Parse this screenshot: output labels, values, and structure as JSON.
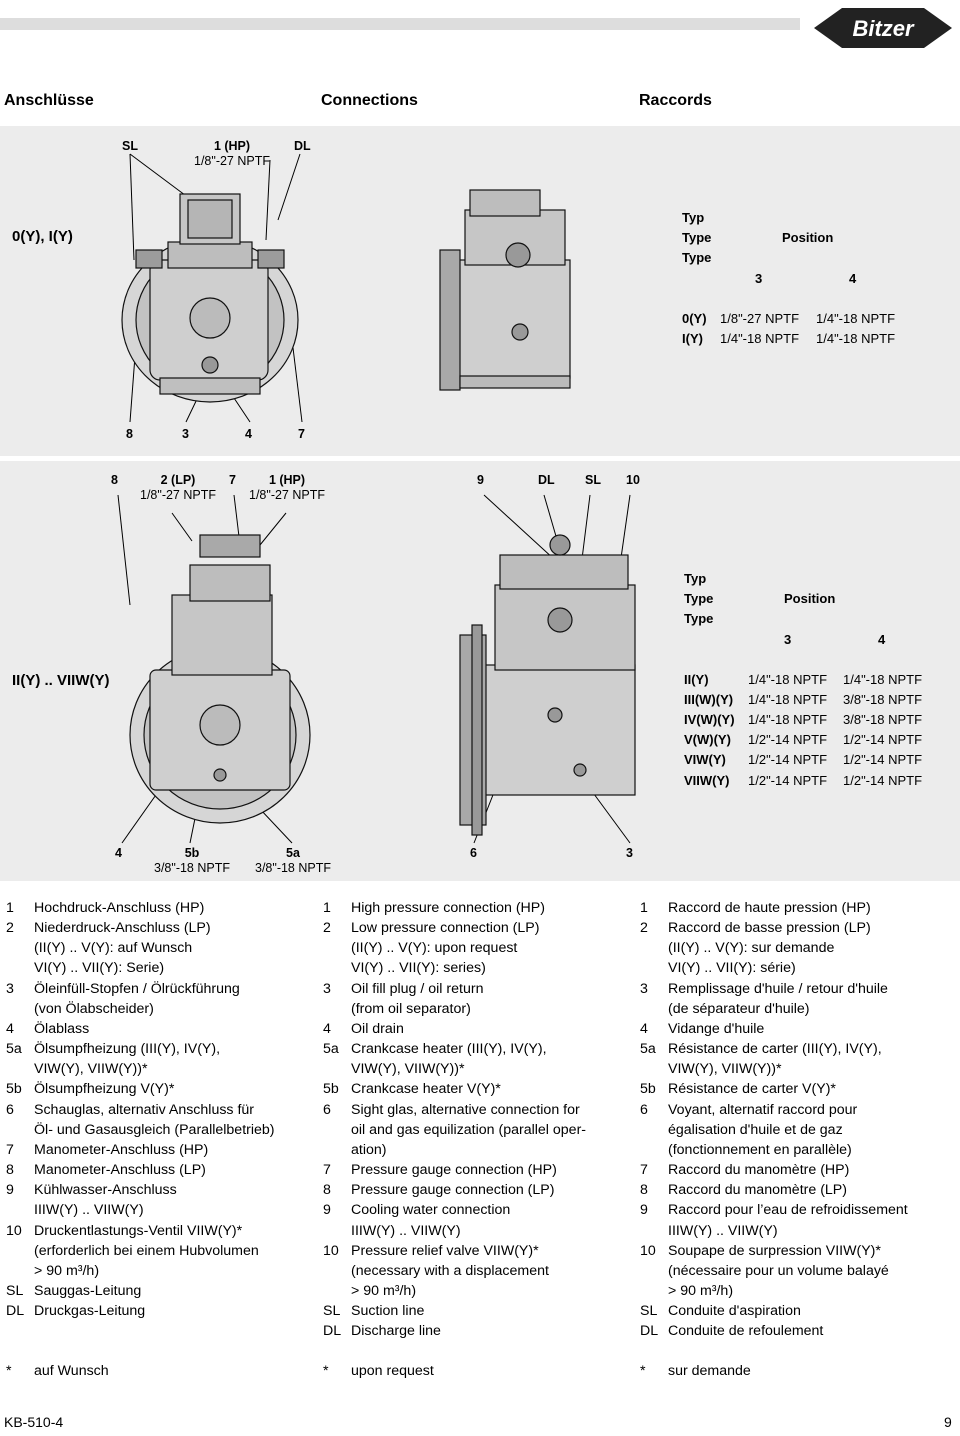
{
  "header": {
    "logo_text": "Bitzer",
    "col_de": "Anschlüsse",
    "col_en": "Connections",
    "col_fr": "Raccords"
  },
  "panel1": {
    "model": "0(Y), I(Y)",
    "top_labels": {
      "sl": "SL",
      "hp": "1 (HP)",
      "hp_thread": "1/8\"-27 NPTF",
      "dl": "DL"
    },
    "bottom_labels": [
      "8",
      "3",
      "4",
      "7"
    ],
    "table": {
      "head1": "Typ",
      "head2": "Type",
      "head3": "Type",
      "position": "Position",
      "pos3": "3",
      "pos4": "4",
      "rows": [
        [
          "0(Y)",
          "1/8\"-27 NPTF",
          "1/4\"-18 NPTF"
        ],
        [
          "I(Y)",
          "1/4\"-18 NPTF",
          "1/4\"-18 NPTF"
        ]
      ]
    }
  },
  "panel2": {
    "model": "II(Y) .. VIIW(Y)",
    "top_labels": {
      "l8": "8",
      "lp": "2 (LP)",
      "lp_thread": "1/8\"-27 NPTF",
      "l7": "7",
      "hp": "1 (HP)",
      "hp_thread": "1/8\"-27 NPTF",
      "l9": "9",
      "dl": "DL",
      "sl": "SL",
      "l10": "10"
    },
    "bottom_labels": {
      "l4": "4",
      "l5b": "5b",
      "l5b_thread": "3/8\"-18 NPTF",
      "l5a": "5a",
      "l5a_thread": "3/8\"-18 NPTF",
      "l6": "6",
      "l3": "3"
    },
    "table": {
      "head1": "Typ",
      "head2": "Type",
      "head3": "Type",
      "position": "Position",
      "pos3": "3",
      "pos4": "4",
      "rows": [
        [
          "II(Y)",
          "1/4\"-18 NPTF",
          "1/4\"-18 NPTF"
        ],
        [
          "III(W)(Y)",
          "1/4\"-18 NPTF",
          "3/8\"-18 NPTF"
        ],
        [
          "IV(W)(Y)",
          "1/4\"-18 NPTF",
          "3/8\"-18 NPTF"
        ],
        [
          "V(W)(Y)",
          "1/2\"-14 NPTF",
          "1/2\"-14 NPTF"
        ],
        [
          "VIW(Y)",
          "1/2\"-14 NPTF",
          "1/2\"-14 NPTF"
        ],
        [
          "VIIW(Y)",
          "1/2\"-14 NPTF",
          "1/2\"-14 NPTF"
        ]
      ]
    }
  },
  "legend": {
    "de": [
      [
        "1",
        "Hochdruck-Anschluss (HP)"
      ],
      [
        "2",
        "Niederdruck-Anschluss (LP)"
      ],
      [
        "",
        "(II(Y) .. V(Y): auf Wunsch"
      ],
      [
        "",
        "VI(Y) .. VII(Y): Serie)"
      ],
      [
        "3",
        "Öleinfüll-Stopfen / Ölrückführung"
      ],
      [
        "",
        "(von Ölabscheider)"
      ],
      [
        "4",
        "Ölablass"
      ],
      [
        "5a",
        "Ölsumpfheizung (III(Y), IV(Y),"
      ],
      [
        "",
        "VIW(Y), VIIW(Y))*"
      ],
      [
        "5b",
        "Ölsumpfheizung V(Y)*"
      ],
      [
        "6",
        "Schauglas, alternativ Anschluss für"
      ],
      [
        "",
        "Öl- und Gasausgleich (Parallelbetrieb)"
      ],
      [
        "7",
        "Manometer-Anschluss (HP)"
      ],
      [
        "8",
        "Manometer-Anschluss (LP)"
      ],
      [
        "9",
        "Kühlwasser-Anschluss"
      ],
      [
        "",
        "IIIW(Y) .. VIIW(Y)"
      ],
      [
        "10",
        "Druckentlastungs-Ventil VIIW(Y)*"
      ],
      [
        "",
        "(erforderlich bei einem Hubvolumen"
      ],
      [
        "",
        "> 90 m³/h)"
      ],
      [
        "SL",
        "Sauggas-Leitung"
      ],
      [
        "DL",
        "Druckgas-Leitung"
      ]
    ],
    "en": [
      [
        "1",
        "High pressure connection (HP)"
      ],
      [
        "2",
        "Low pressure connection (LP)"
      ],
      [
        "",
        "(II(Y) .. V(Y): upon request"
      ],
      [
        "",
        "VI(Y) .. VII(Y): series)"
      ],
      [
        "3",
        "Oil fill plug / oil return"
      ],
      [
        "",
        "(from oil separator)"
      ],
      [
        "4",
        "Oil drain"
      ],
      [
        "5a",
        "Crankcase heater (III(Y), IV(Y),"
      ],
      [
        "",
        "VIW(Y), VIIW(Y))*"
      ],
      [
        "5b",
        "Crankcase heater V(Y)*"
      ],
      [
        "6",
        "Sight glas, alternative connection for"
      ],
      [
        "",
        "oil and gas equilization (parallel oper-"
      ],
      [
        "",
        "ation)"
      ],
      [
        "7",
        "Pressure gauge connection (HP)"
      ],
      [
        "8",
        "Pressure gauge connection (LP)"
      ],
      [
        "9",
        "Cooling water connection"
      ],
      [
        "",
        "IIIW(Y) .. VIIW(Y)"
      ],
      [
        "10",
        "Pressure relief valve VIIW(Y)*"
      ],
      [
        "",
        "(necessary with a displacement"
      ],
      [
        "",
        "> 90 m³/h)"
      ],
      [
        "SL",
        "Suction line"
      ],
      [
        "DL",
        "Discharge line"
      ]
    ],
    "fr": [
      [
        "1",
        "Raccord de haute pression (HP)"
      ],
      [
        "2",
        "Raccord de basse pression (LP)"
      ],
      [
        "",
        "(II(Y) .. V(Y): sur demande"
      ],
      [
        "",
        "VI(Y) .. VII(Y): série)"
      ],
      [
        "3",
        "Remplissage d'huile / retour d'huile"
      ],
      [
        "",
        "(de séparateur d'huile)"
      ],
      [
        "4",
        "Vidange d'huile"
      ],
      [
        "5a",
        "Résistance de carter (III(Y), IV(Y),"
      ],
      [
        "",
        "VIW(Y), VIIW(Y))*"
      ],
      [
        "5b",
        "Résistance de carter V(Y)*"
      ],
      [
        "6",
        "Voyant, alternatif raccord pour"
      ],
      [
        "",
        "égalisation d'huile et de gaz"
      ],
      [
        "",
        "(fonctionnement en parallèle)"
      ],
      [
        "7",
        "Raccord du manomètre (HP)"
      ],
      [
        "8",
        "Raccord du manomètre (LP)"
      ],
      [
        "9",
        "Raccord pour l’eau de refroidissement"
      ],
      [
        "",
        "IIIW(Y) .. VIIW(Y)"
      ],
      [
        "10",
        "Soupape de surpression VIIW(Y)*"
      ],
      [
        "",
        "(nécessaire pour un volume balayé"
      ],
      [
        "",
        "> 90 m³/h)"
      ],
      [
        "SL",
        "Conduite d'aspiration"
      ],
      [
        "DL",
        "Conduite de refoulement"
      ]
    ]
  },
  "footnote": {
    "de": [
      "*",
      "auf Wunsch"
    ],
    "en": [
      "*",
      "upon request"
    ],
    "fr": [
      "*",
      "sur demande"
    ]
  },
  "footer": {
    "doc_id": "KB-510-4",
    "page": "9"
  }
}
